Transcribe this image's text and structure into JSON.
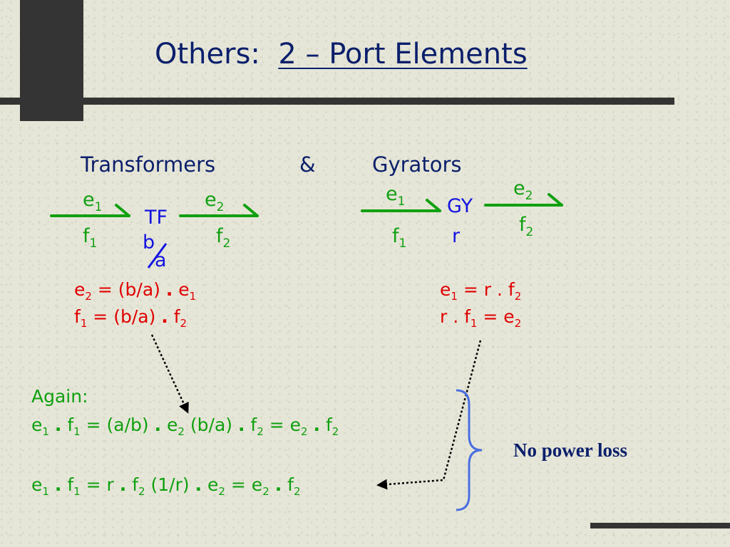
{
  "slide": {
    "title_prefix": "Others:",
    "title_main": "2 – Port Elements",
    "heading_left": "Transformers",
    "heading_amp": "&",
    "heading_right": "Gyrators"
  },
  "transformer": {
    "e1": "e",
    "e1_sub": "1",
    "f1": "f",
    "f1_sub": "1",
    "e2": "e",
    "e2_sub": "2",
    "f2": "f",
    "f2_sub": "2",
    "symbol": "TF",
    "ratio_top": "b",
    "ratio_bottom": "a",
    "eq1": {
      "lhs": "e",
      "lhs_sub": "2",
      "mid": " = (b/a) ",
      "dot": ".",
      "rhs": " e",
      "rhs_sub": "1"
    },
    "eq2": {
      "lhs": "f",
      "lhs_sub": "1",
      "mid": " = (b/a) ",
      "dot": ".",
      "rhs": " f",
      "rhs_sub": "2"
    }
  },
  "gyrator": {
    "e1": "e",
    "e1_sub": "1",
    "f1": "f",
    "f1_sub": "1",
    "e2": "e",
    "e2_sub": "2",
    "f2": "f",
    "f2_sub": "2",
    "symbol": "GY",
    "param": "r",
    "eq1": {
      "a": "e",
      "a_sub": "1",
      "b": " = r . f",
      "b_sub": "2"
    },
    "eq2": {
      "a": "r . f",
      "a_sub": "1",
      "b": " = e",
      "b_sub": "2"
    }
  },
  "again": {
    "label": "Again:",
    "line1": {
      "t1": "e",
      "s1": "1",
      "t2": " f",
      "s2": "1",
      "t3": " = (a/b) ",
      "t4": " e",
      "s4": "2",
      "t5": " (b/a) ",
      "t6": " f",
      "s6": "2",
      "t7": " = e",
      "s7": "2",
      "t8": " f",
      "s8": "2",
      "dot": "."
    },
    "line2": {
      "t1": "e",
      "s1": "1",
      "t2": " f",
      "s2": "1",
      "t3": " = r ",
      "t4": " f",
      "s4": "2",
      "t5": " (1/r) ",
      "t6": " e",
      "s6": "2",
      "t7": " = e",
      "s7": "2",
      "t8": " f",
      "s8": "2",
      "dot": "."
    }
  },
  "conclusion": "No power loss",
  "colors": {
    "title": "#0b1f6b",
    "bond": "#10a010",
    "element": "#1414e0",
    "equation": "#e00000",
    "brace": "#4a6ee0"
  }
}
